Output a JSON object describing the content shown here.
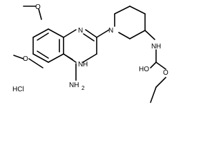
{
  "molecule": {
    "labels": {
      "o_top": "O",
      "o_left": "O",
      "n_ring_top": "N",
      "n_ring_bottom": "N",
      "nh": "H",
      "nh2": "NH",
      "nh2_sub": "2",
      "n_piperidine": "N",
      "nh_carbamate": "N",
      "h_carbamate": "H",
      "ho": "HO",
      "o_ester": "O",
      "hcl": "HCl"
    },
    "colors": {
      "bond": "#000000",
      "label": "#000000",
      "background": "#ffffff"
    }
  }
}
